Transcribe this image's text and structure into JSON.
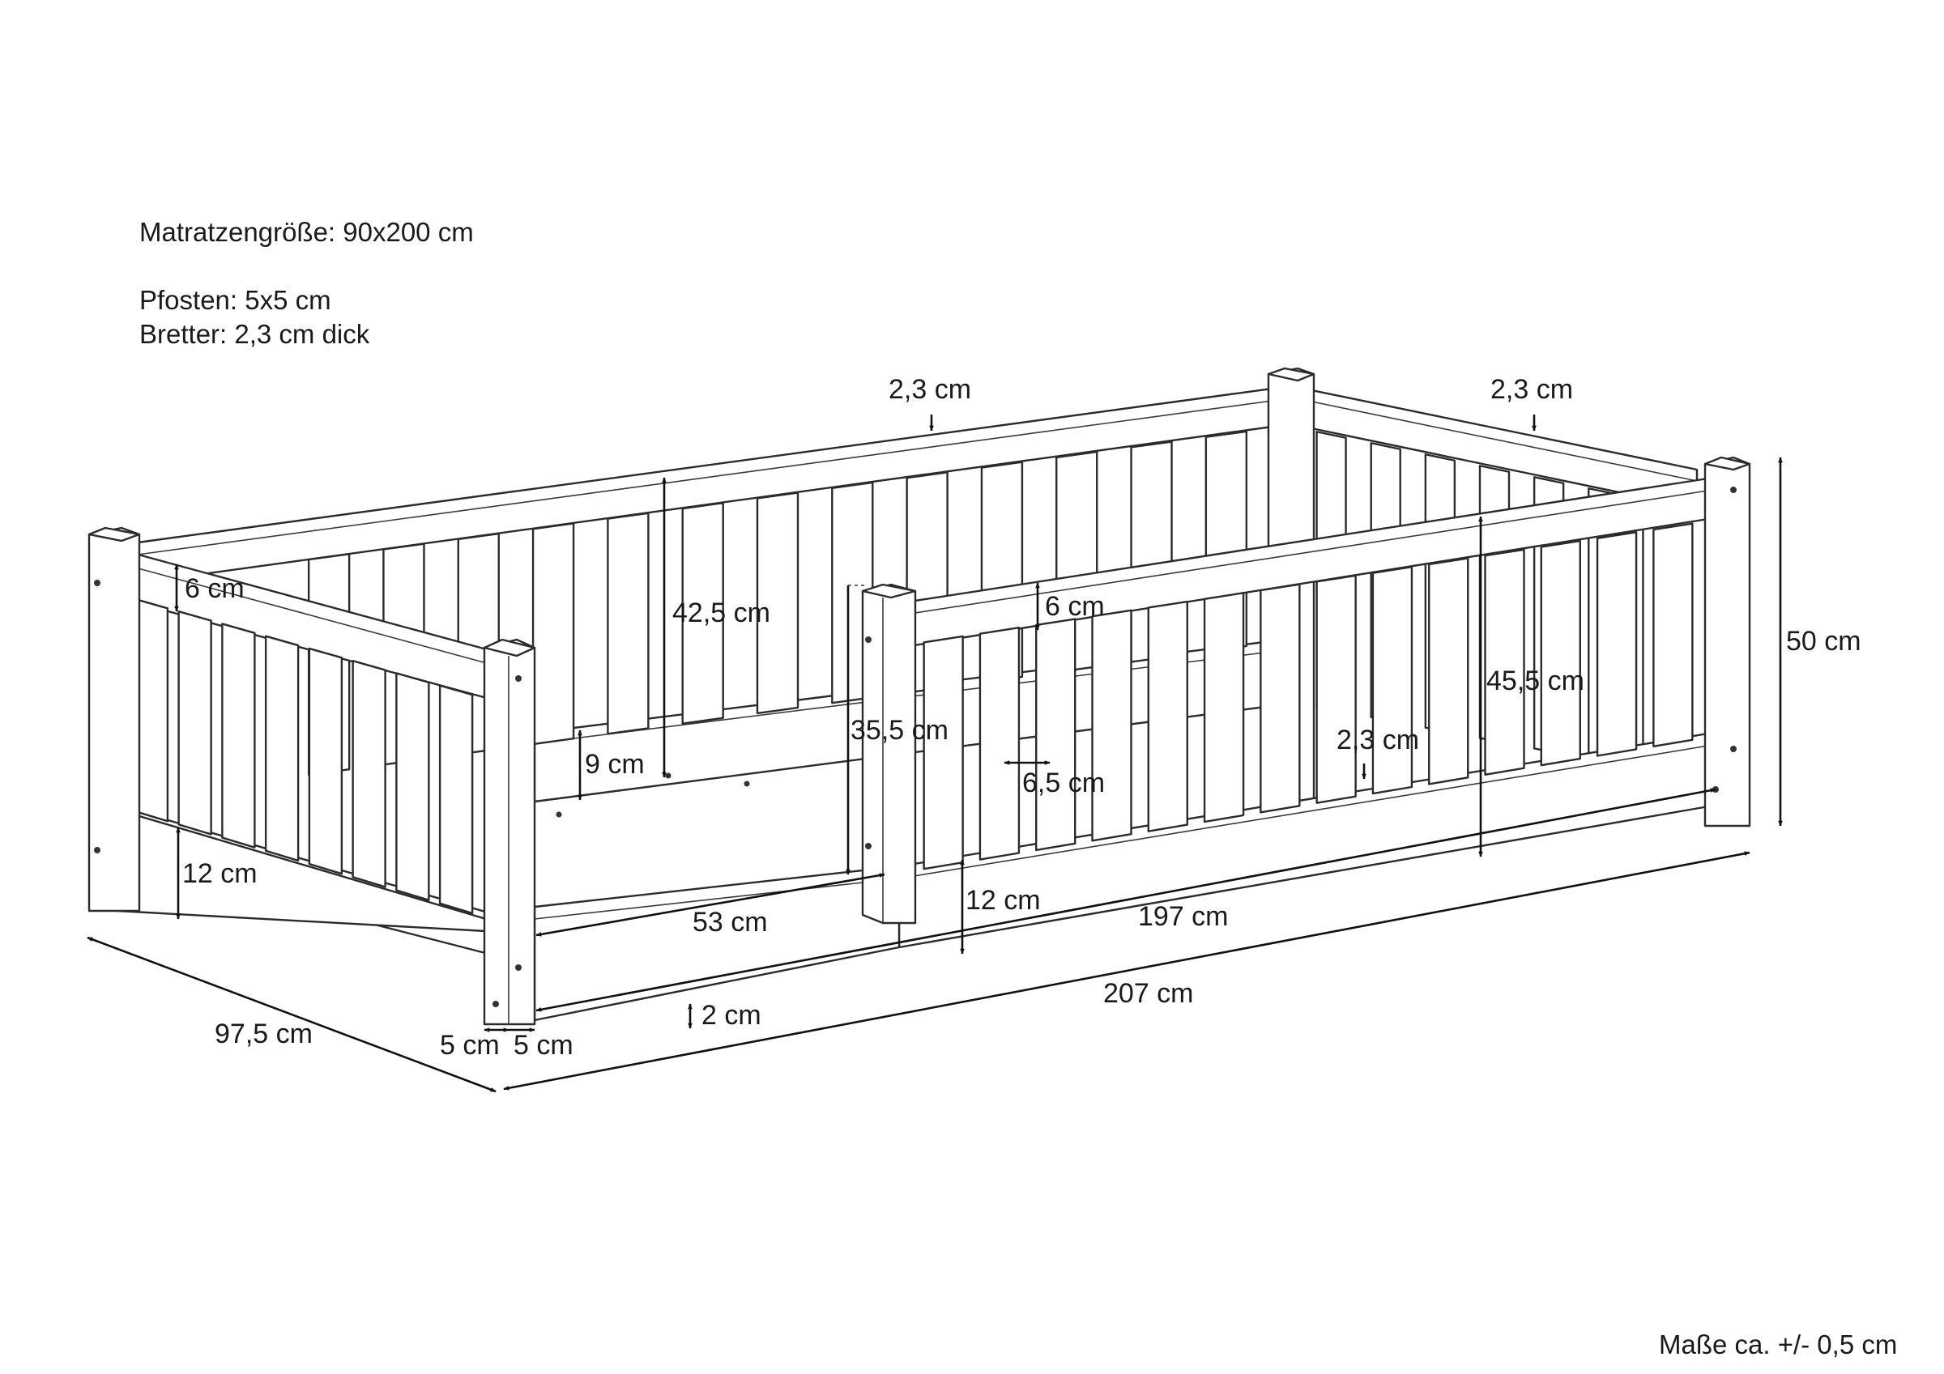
{
  "notes": {
    "mattress": "Matratzengröße: 90x200 cm",
    "posts": "Pfosten: 5x5 cm",
    "boards": "Bretter:  2,3 cm dick",
    "tolerance": "Maße ca. +/- 0,5 cm"
  },
  "dimensions": {
    "board_back": "2,3 cm",
    "board_right": "2,3 cm",
    "top_rail_left": "6 cm",
    "back_height": "42,5 cm",
    "top_rail_front": "6 cm",
    "total_height": "50 cm",
    "front_height": "45,5 cm",
    "entrance_height": "35,5 cm",
    "board_inner": "2,3 cm",
    "rail_back_low": "9 cm",
    "slat_width": "6,5 cm",
    "bottom_rail_left": "12 cm",
    "bottom_rail_front": "12 cm",
    "entrance_width": "53 cm",
    "inner_length": "197 cm",
    "floor_gap": "2 cm",
    "total_length": "207 cm",
    "total_width": "97,5 cm",
    "post_a": "5 cm",
    "post_b": "5 cm"
  }
}
